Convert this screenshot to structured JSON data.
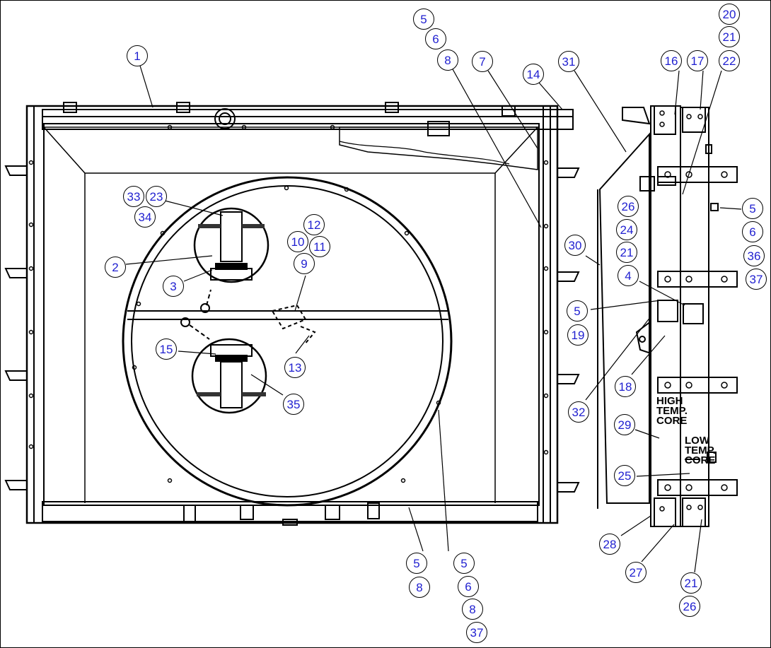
{
  "callouts": [
    {
      "label": "1"
    },
    {
      "label": "5"
    },
    {
      "label": "6"
    },
    {
      "label": "8"
    },
    {
      "label": "7"
    },
    {
      "label": "14"
    },
    {
      "label": "31"
    },
    {
      "label": "20"
    },
    {
      "label": "21"
    },
    {
      "label": "22"
    },
    {
      "label": "16"
    },
    {
      "label": "17"
    },
    {
      "label": "33"
    },
    {
      "label": "23"
    },
    {
      "label": "34"
    },
    {
      "label": "12"
    },
    {
      "label": "10"
    },
    {
      "label": "11"
    },
    {
      "label": "9"
    },
    {
      "label": "2"
    },
    {
      "label": "3"
    },
    {
      "label": "15"
    },
    {
      "label": "13"
    },
    {
      "label": "35"
    },
    {
      "label": "26"
    },
    {
      "label": "24"
    },
    {
      "label": "21"
    },
    {
      "label": "30"
    },
    {
      "label": "4"
    },
    {
      "label": "5"
    },
    {
      "label": "6"
    },
    {
      "label": "36"
    },
    {
      "label": "37"
    },
    {
      "label": "5"
    },
    {
      "label": "19"
    },
    {
      "label": "18"
    },
    {
      "label": "32"
    },
    {
      "label": "29"
    },
    {
      "label": "25"
    },
    {
      "label": "28"
    },
    {
      "label": "27"
    },
    {
      "label": "21"
    },
    {
      "label": "26"
    },
    {
      "label": "5"
    },
    {
      "label": "8"
    },
    {
      "label": "5"
    },
    {
      "label": "6"
    },
    {
      "label": "8"
    },
    {
      "label": "37"
    }
  ],
  "core_labels": {
    "high": "HIGH\nTEMP.\nCORE",
    "low": "LOW\nTEMP.\nCORE"
  }
}
